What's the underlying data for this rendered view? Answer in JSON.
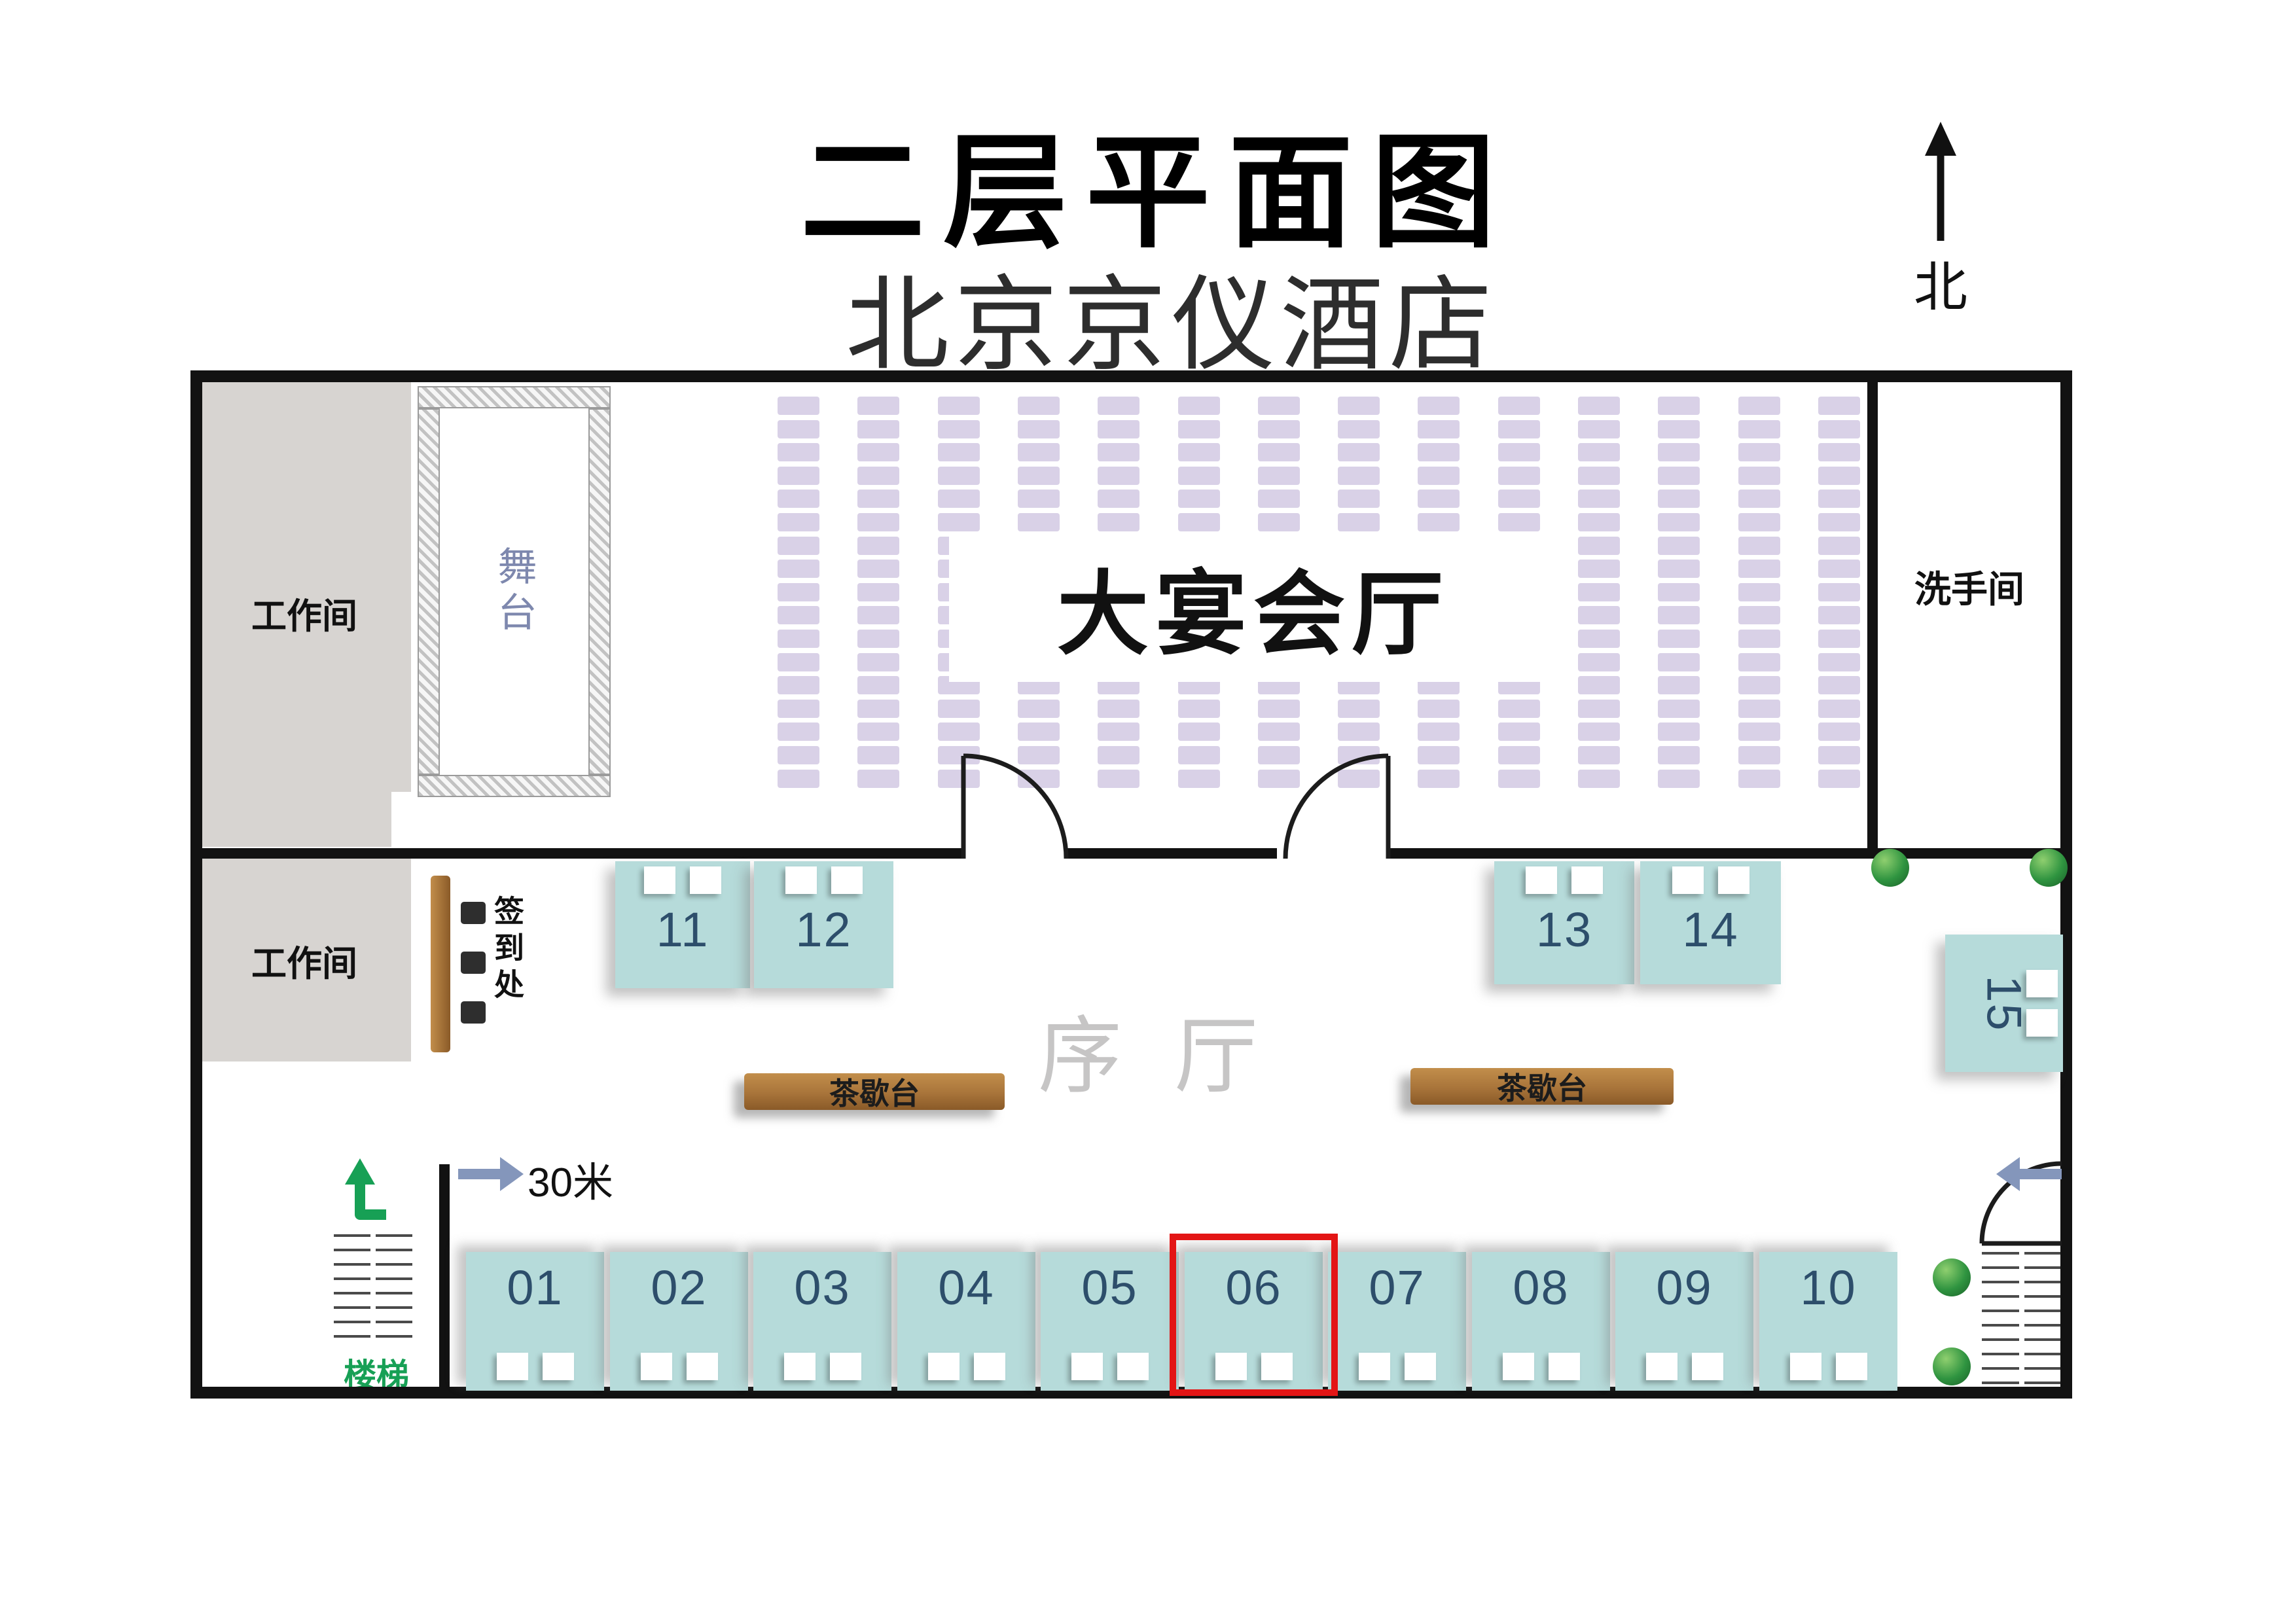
{
  "header": {
    "title": "二层平面图",
    "subtitle": "北京京仪酒店"
  },
  "compass": {
    "label": "北"
  },
  "rooms": {
    "workroom_top": {
      "label": "工作间"
    },
    "workroom_mid": {
      "label": "工作间"
    },
    "stage": {
      "label": "舞台"
    },
    "banquet_hall": {
      "label": "大宴会厅"
    },
    "restroom": {
      "label": "洗手间"
    },
    "foyer": {
      "label": "序厅"
    },
    "checkin": {
      "label": "签到处"
    },
    "stairs_left": {
      "label": "楼梯"
    },
    "tea_station_left": {
      "label": "茶歇台"
    },
    "tea_station_right": {
      "label": "茶歇台"
    },
    "scale_note": {
      "label": "30米"
    }
  },
  "booths": {
    "bottom": [
      {
        "id": "01"
      },
      {
        "id": "02"
      },
      {
        "id": "03"
      },
      {
        "id": "04"
      },
      {
        "id": "05"
      },
      {
        "id": "06",
        "highlighted": true
      },
      {
        "id": "07"
      },
      {
        "id": "08"
      },
      {
        "id": "09"
      },
      {
        "id": "10"
      }
    ],
    "middle": [
      {
        "id": "11"
      },
      {
        "id": "12"
      },
      {
        "id": "13"
      },
      {
        "id": "14"
      },
      {
        "id": "15"
      }
    ]
  },
  "banquet_seating": {
    "columns": 14,
    "rows": 17
  },
  "colors": {
    "booth_fill": "#b6dbda",
    "chair_fill": "#d9d1e7",
    "wood_fill": "#b0793a",
    "highlight_red": "#e31515",
    "booth_number": "#2d4e6b",
    "stairs_green": "#17a055",
    "arrow_blue": "#8496bb",
    "room_gray": "#d7d4d1",
    "foyer_text": "#c6c5c5"
  }
}
